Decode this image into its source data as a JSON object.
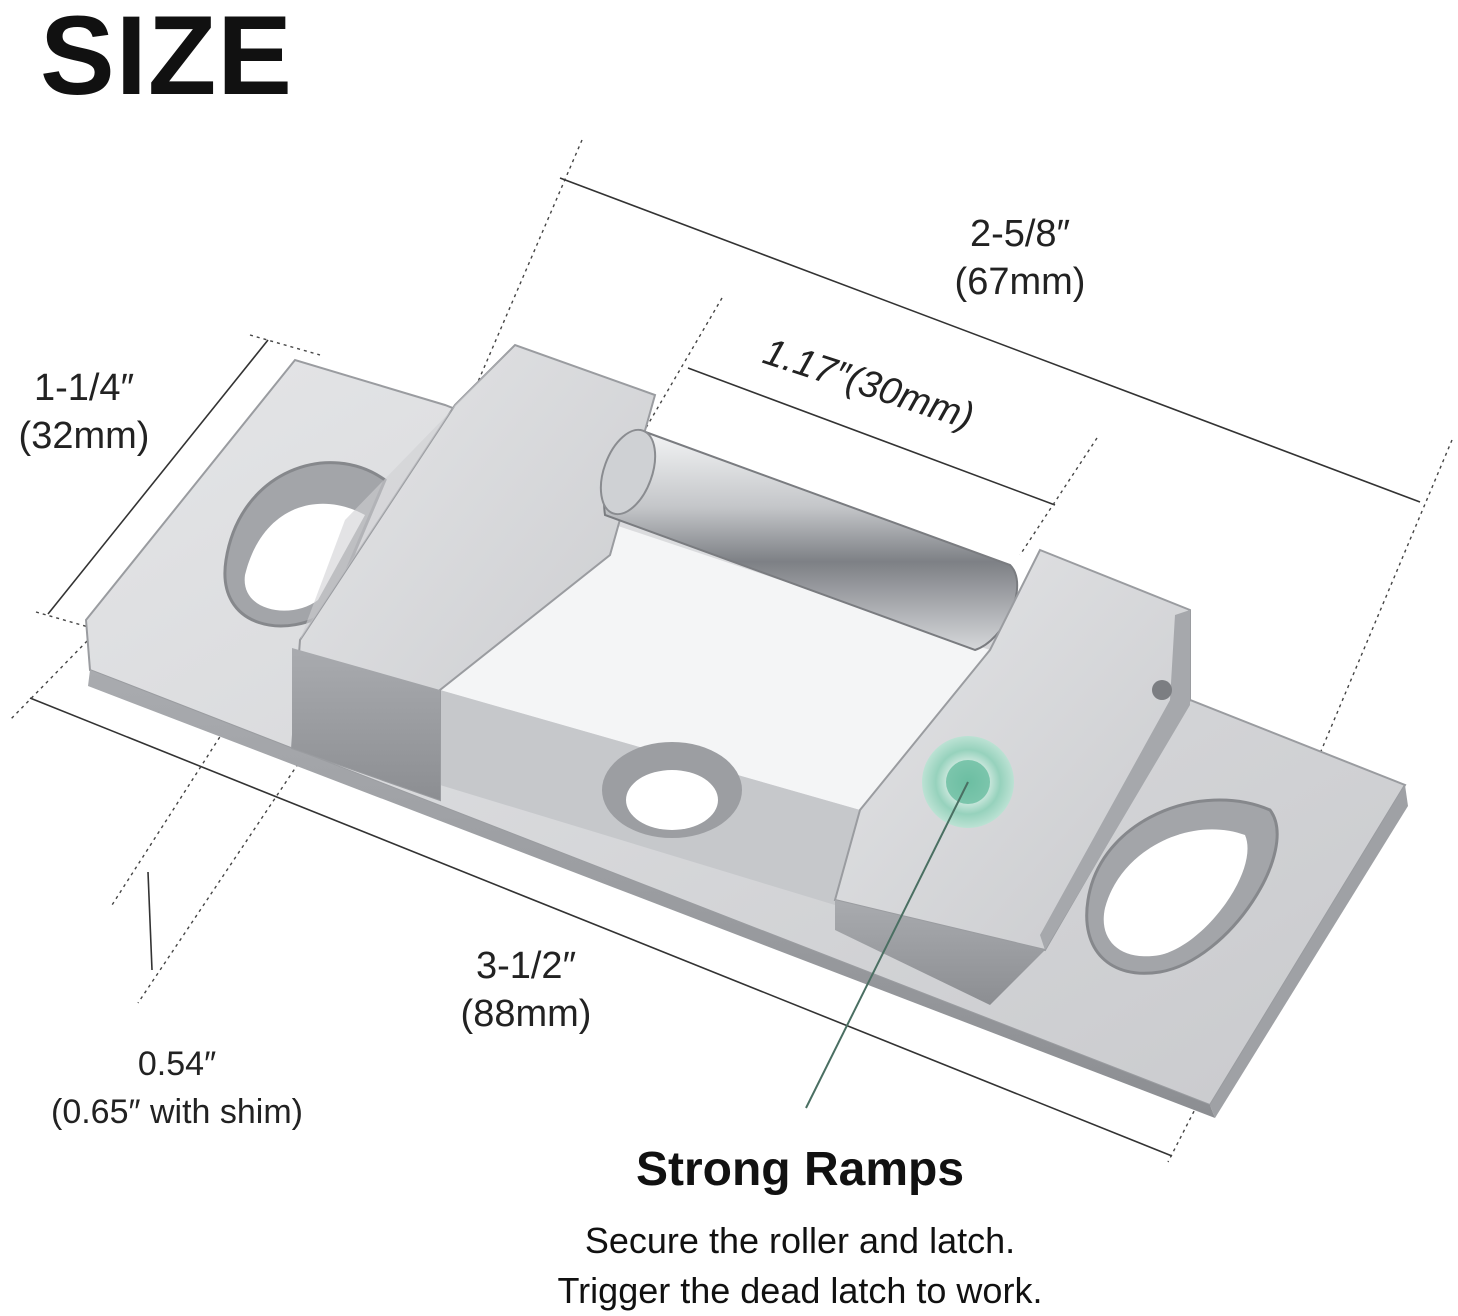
{
  "title": "SIZE",
  "dimensions": {
    "overall_width": {
      "imperial": "2-5/8″",
      "metric": "(67mm)"
    },
    "roller_length": {
      "label": "1.17″(30mm)"
    },
    "plate_width": {
      "imperial": "1-1/4″",
      "metric": "(32mm)"
    },
    "plate_length": {
      "imperial": "3-1/2″",
      "metric": "(88mm)"
    },
    "thickness": {
      "imperial": "0.54″",
      "metric": "(0.65″ with shim)"
    }
  },
  "feature": {
    "title": "Strong Ramps",
    "line1": "Secure the roller and latch.",
    "line2": "Trigger the dead latch to work."
  },
  "colors": {
    "metal_light": "#d9dadc",
    "metal_mid": "#b7b9bc",
    "metal_dark": "#8e9094",
    "marker": "#7fc8b0",
    "pointer": "#4a6f62"
  }
}
